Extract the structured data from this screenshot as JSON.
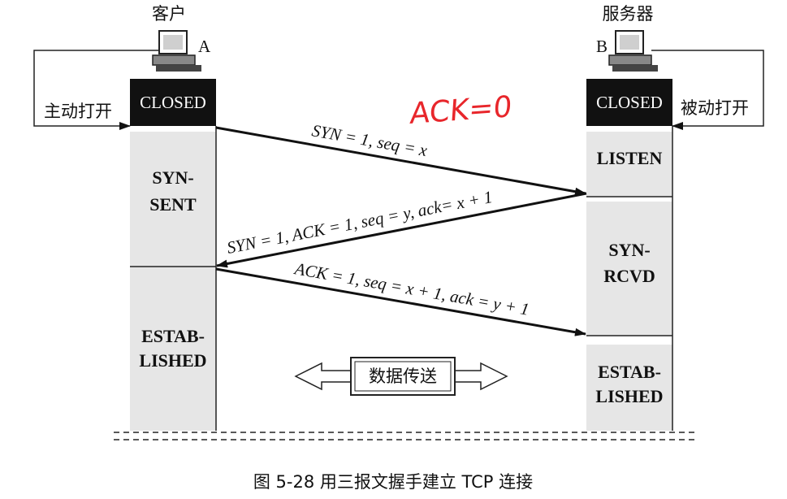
{
  "client": {
    "title": "客户",
    "letter": "A",
    "open_label": "主动打开",
    "states": [
      "CLOSED",
      "SYN-",
      "SENT",
      "ESTAB-",
      "LISHED"
    ]
  },
  "server": {
    "title": "服务器",
    "letter": "B",
    "open_label": "被动打开",
    "states": [
      "CLOSED",
      "LISTEN",
      "SYN-",
      "RCVD",
      "ESTAB-",
      "LISHED"
    ]
  },
  "messages": {
    "m1": "SYN = 1, seq = x",
    "m2": "SYN = 1, ACK = 1, seq = y, ack= x + 1",
    "m3": "ACK = 1, seq = x + 1, ack = y + 1"
  },
  "annotation": "ACK=0",
  "data_transfer": "数据传送",
  "caption": "图 5-28  用三报文握手建立 TCP 连接",
  "colors": {
    "annotation": "#e8262b",
    "state_fill": "#e6e6e6",
    "closed_fill": "#111111"
  }
}
